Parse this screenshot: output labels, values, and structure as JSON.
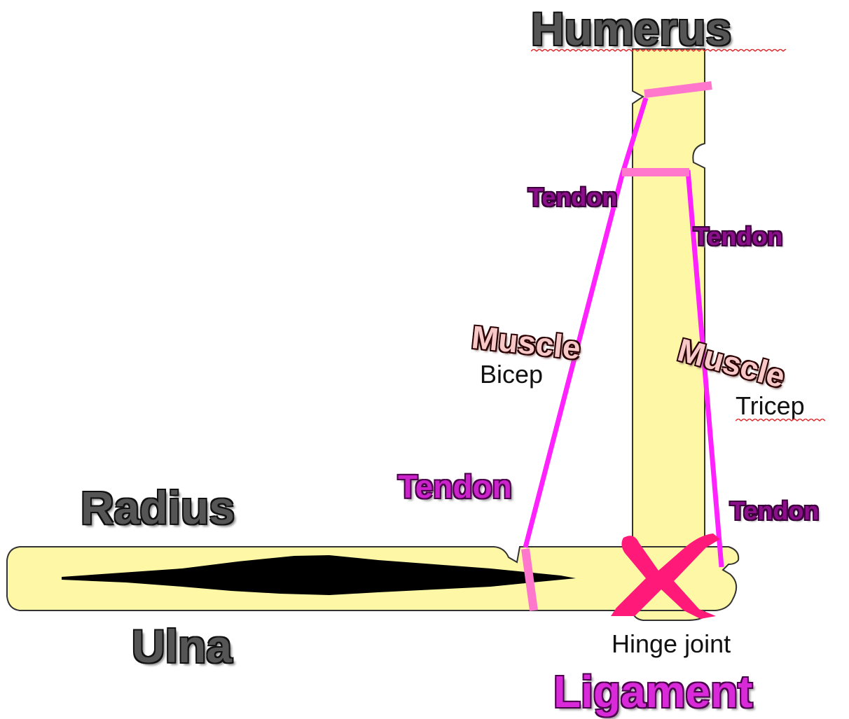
{
  "labels": {
    "humerus": "Humerus",
    "radius": "Radius",
    "ulna": "Ulna",
    "tendon_bicep_top": "Tendon",
    "tendon_tricep_top": "Tendon",
    "tendon_bicep_bottom": "Tendon",
    "tendon_tricep_bottom": "Tendon",
    "muscle_left": "Muscle",
    "muscle_right": "Muscle",
    "bicep": "Bicep",
    "tricep": "Tricep",
    "hinge_joint": "Hinge joint",
    "ligament": "Ligament"
  },
  "colors": {
    "bone_fill": "#fdf7a6",
    "bone_outline": "#333333",
    "marrow": "#000000",
    "muscle_line": "#ff22ff",
    "tendon_segment": "#ff77cc",
    "ligament_mark": "#ff1a7a",
    "spellcheck_underline": "#e03030"
  }
}
